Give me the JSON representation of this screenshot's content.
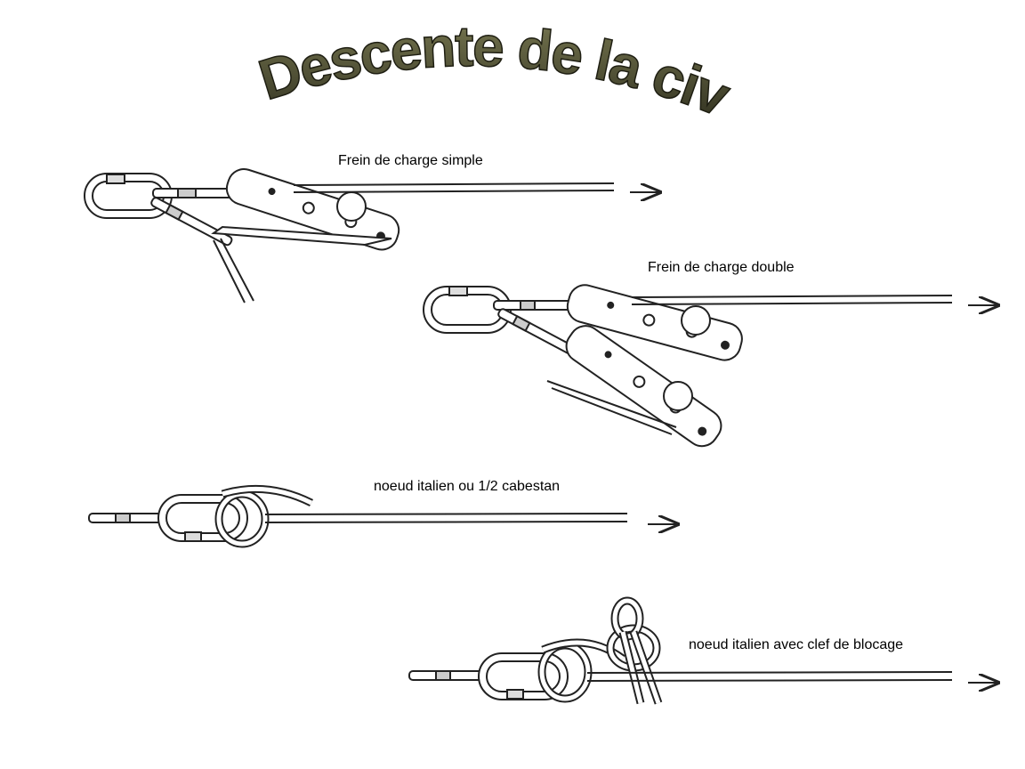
{
  "title": "Descente de la civière",
  "colors": {
    "title_fill": "#4a4a33",
    "title_highlight": "#d8d8c0",
    "line": "#222222"
  },
  "diagrams": [
    {
      "id": "simple",
      "label": "Frein de charge simple"
    },
    {
      "id": "double",
      "label": "Frein de charge double"
    },
    {
      "id": "italien",
      "label": "noeud italien ou 1/2 cabestan"
    },
    {
      "id": "italien-clef",
      "label": "noeud italien avec clef de blocage"
    }
  ],
  "icons": [
    "arrow-right-icon",
    "carabiner-icon",
    "pulley-brake-icon",
    "italian-hitch-icon",
    "locking-knot-icon"
  ]
}
